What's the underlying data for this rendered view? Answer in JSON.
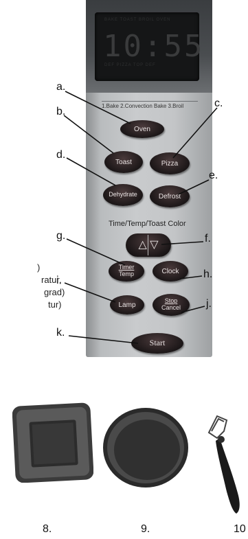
{
  "display": {
    "time": "10:55",
    "top_indicators": "BAKE  TOAST  BROIL  OVEN",
    "bottom_indicators": "DEF  PIZZA  TOP  DEF"
  },
  "panel": {
    "mode_text": "1.Bake 2.Convection Bake 3.Broil",
    "time_temp_label": "Time/Temp/Toast Color",
    "buttons": {
      "oven": "Oven",
      "toast": "Toast",
      "pizza": "Pizza",
      "dehydrate": "Dehydrate",
      "defrost": "Defrost",
      "arrows": "△ ▽",
      "timer": "Timer",
      "temp": "Temp",
      "clock": "Clock",
      "lamp": "Lamp",
      "stop": "Stop",
      "cancel": "Cancel",
      "start": "Start"
    }
  },
  "callouts": {
    "a": "a.",
    "b": "b.",
    "c": "c.",
    "d": "d.",
    "e": "e.",
    "f": "f.",
    "g": "g.",
    "h": "h.",
    "i": "i.",
    "j": "j.",
    "k": "k."
  },
  "side_text": {
    "line1": ")",
    "line2": "ratur,",
    "line3": "grad)",
    "line4": "tur)"
  },
  "accessories": {
    "tray_num": "8.",
    "pan_num": "9.",
    "handle_num": "10"
  }
}
